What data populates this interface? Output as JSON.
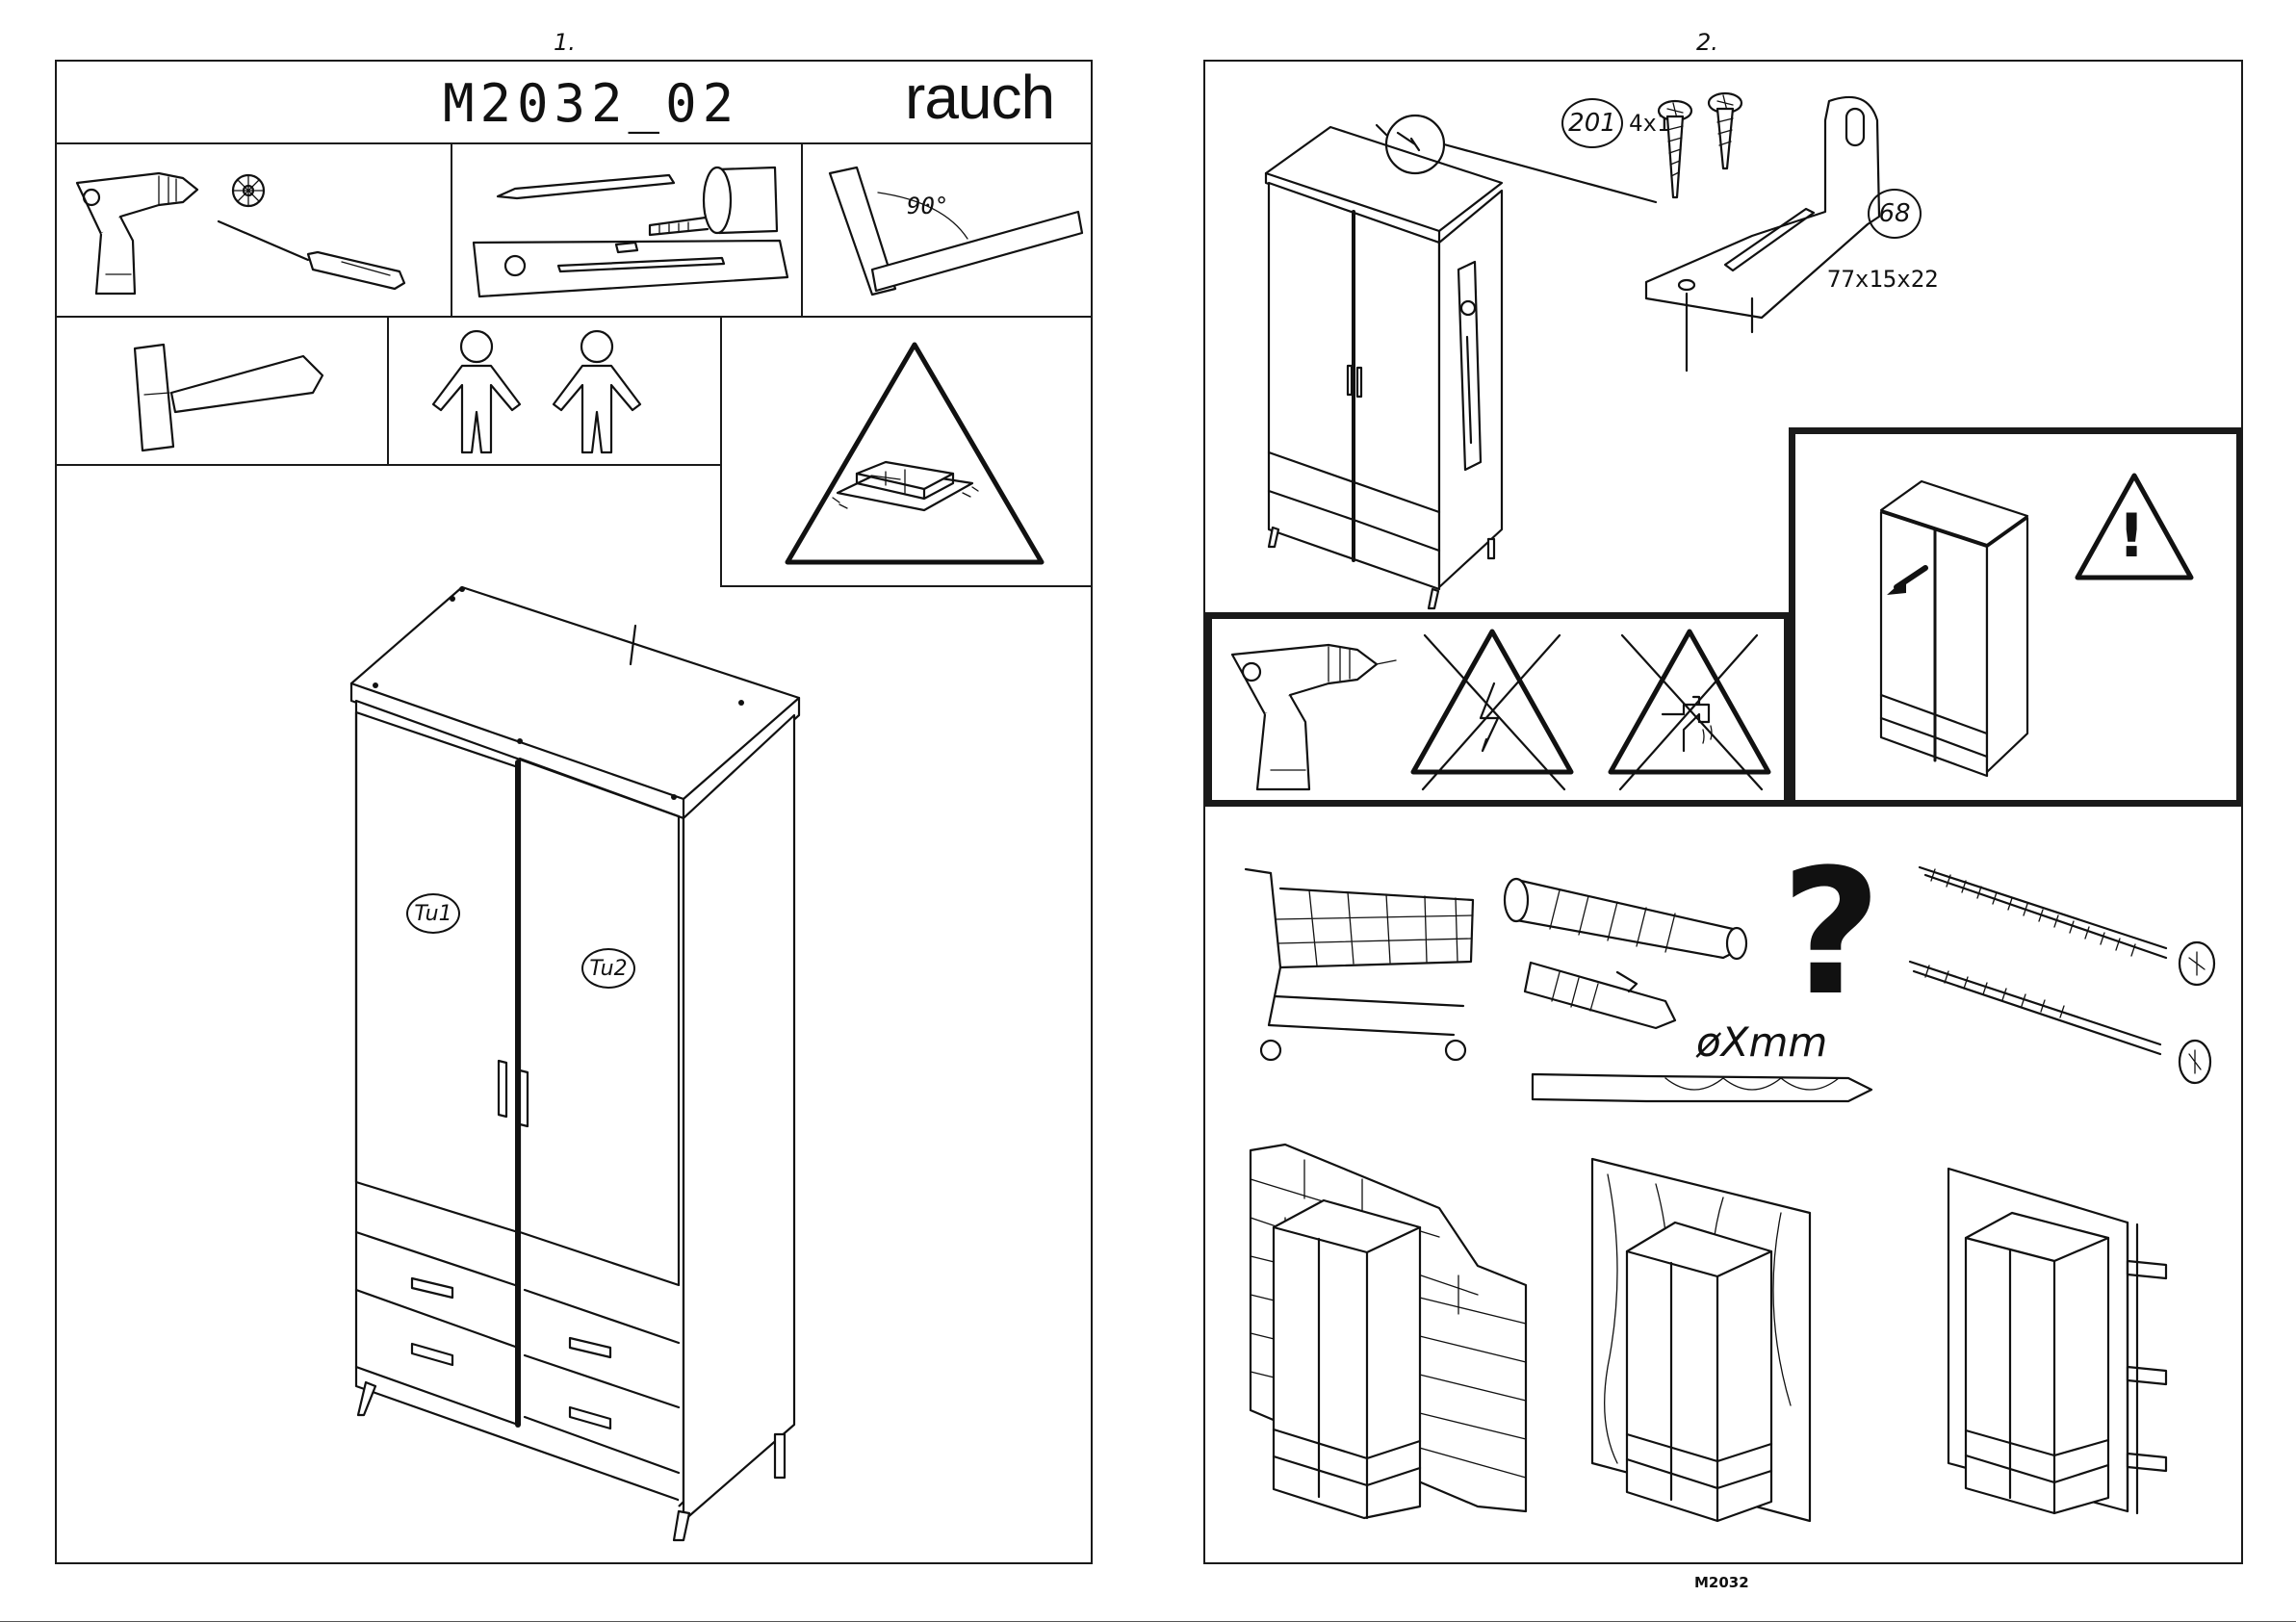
{
  "page1": {
    "number": "1.",
    "title": "M2032_02",
    "brand": "rauch",
    "tool_angle": "90°",
    "door_labels": [
      "Tu1",
      "Tu2"
    ]
  },
  "page2": {
    "number": "2.",
    "part_screw_id": "201",
    "part_screw_size": "4x15",
    "part_bracket_id": "68",
    "part_bracket_size": "77x15x22",
    "drill_size_label": "øXmm",
    "question_mark": "?",
    "warning_mark": "!",
    "footer": "M2032"
  }
}
